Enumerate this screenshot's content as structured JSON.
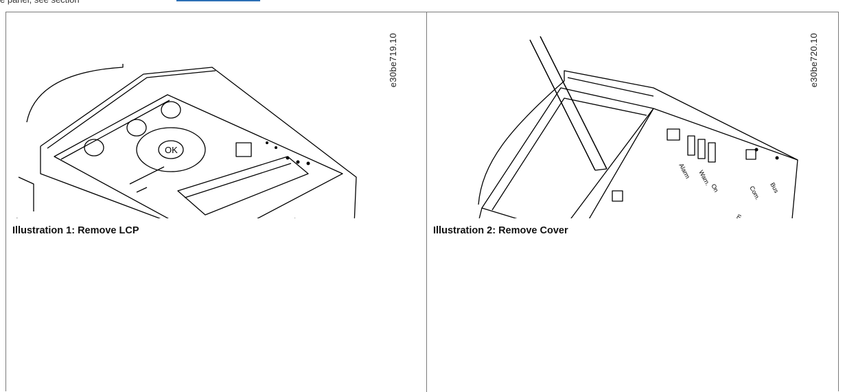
{
  "top": {
    "fragment": "e panel, see section"
  },
  "figures": [
    {
      "code": "e30be719.10",
      "caption": "Illustration 1: Remove LCP",
      "art_description_icon": "lcp-removal-drawing"
    },
    {
      "code": "e30be720.10",
      "caption": "Illustration 2: Remove Cover",
      "art_description_icon": "cover-removal-drawing"
    }
  ],
  "panel_labels": {
    "alarm": "Alarm",
    "warn": "Warn.",
    "on": "On",
    "com": "Com.",
    "bus": "Bus",
    "lcp_com": "LCP Com",
    "ok": "OK"
  }
}
